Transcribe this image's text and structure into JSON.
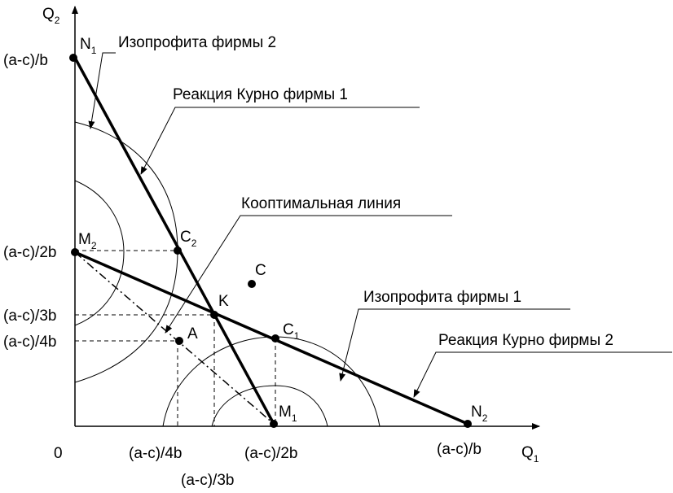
{
  "axes": {
    "y_label": "Q",
    "y_sub": "2",
    "x_label": "Q",
    "x_sub": "1",
    "origin": "0"
  },
  "ticks": {
    "y_top": "(a-c)/b",
    "y_half": "(a-c)/2b",
    "y_third": "(a-c)/3b",
    "y_quarter": "(a-c)/4b",
    "x_quarter": "(a-c)/4b",
    "x_third": "(a-c)/3b",
    "x_half": "(a-c)/2b",
    "x_full": "(a-c)/b"
  },
  "points": {
    "N1": {
      "main": "N",
      "sub": "1"
    },
    "N2": {
      "main": "N",
      "sub": "2"
    },
    "M1": {
      "main": "M",
      "sub": "1"
    },
    "M2": {
      "main": "M",
      "sub": "2"
    },
    "C1": {
      "main": "C",
      "sub": "1"
    },
    "C2": {
      "main": "C",
      "sub": "2"
    },
    "C": "C",
    "K": "K",
    "A": "A"
  },
  "callouts": {
    "isoprofit_2": "Изопрофита фирмы 2",
    "reaction_1": "Реакция Курно фирмы 1",
    "cooptimal": "Кооптимальная линия",
    "isoprofit_1": "Изопрофита фирмы 1",
    "reaction_2": "Реакция Курно фирмы 2"
  }
}
